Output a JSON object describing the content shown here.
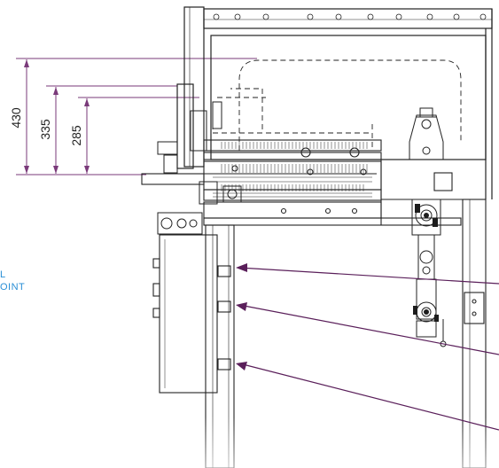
{
  "dimensions": [
    {
      "label": "430"
    },
    {
      "label": "335"
    },
    {
      "label": "285"
    }
  ],
  "side_callout": {
    "line1": "L",
    "line2": "OINT",
    "color": "#2a8fd6"
  },
  "colors": {
    "line": "#222222",
    "dimension": "#7a3a7a",
    "leader": "#5a1f5a",
    "background": "#ffffff"
  }
}
